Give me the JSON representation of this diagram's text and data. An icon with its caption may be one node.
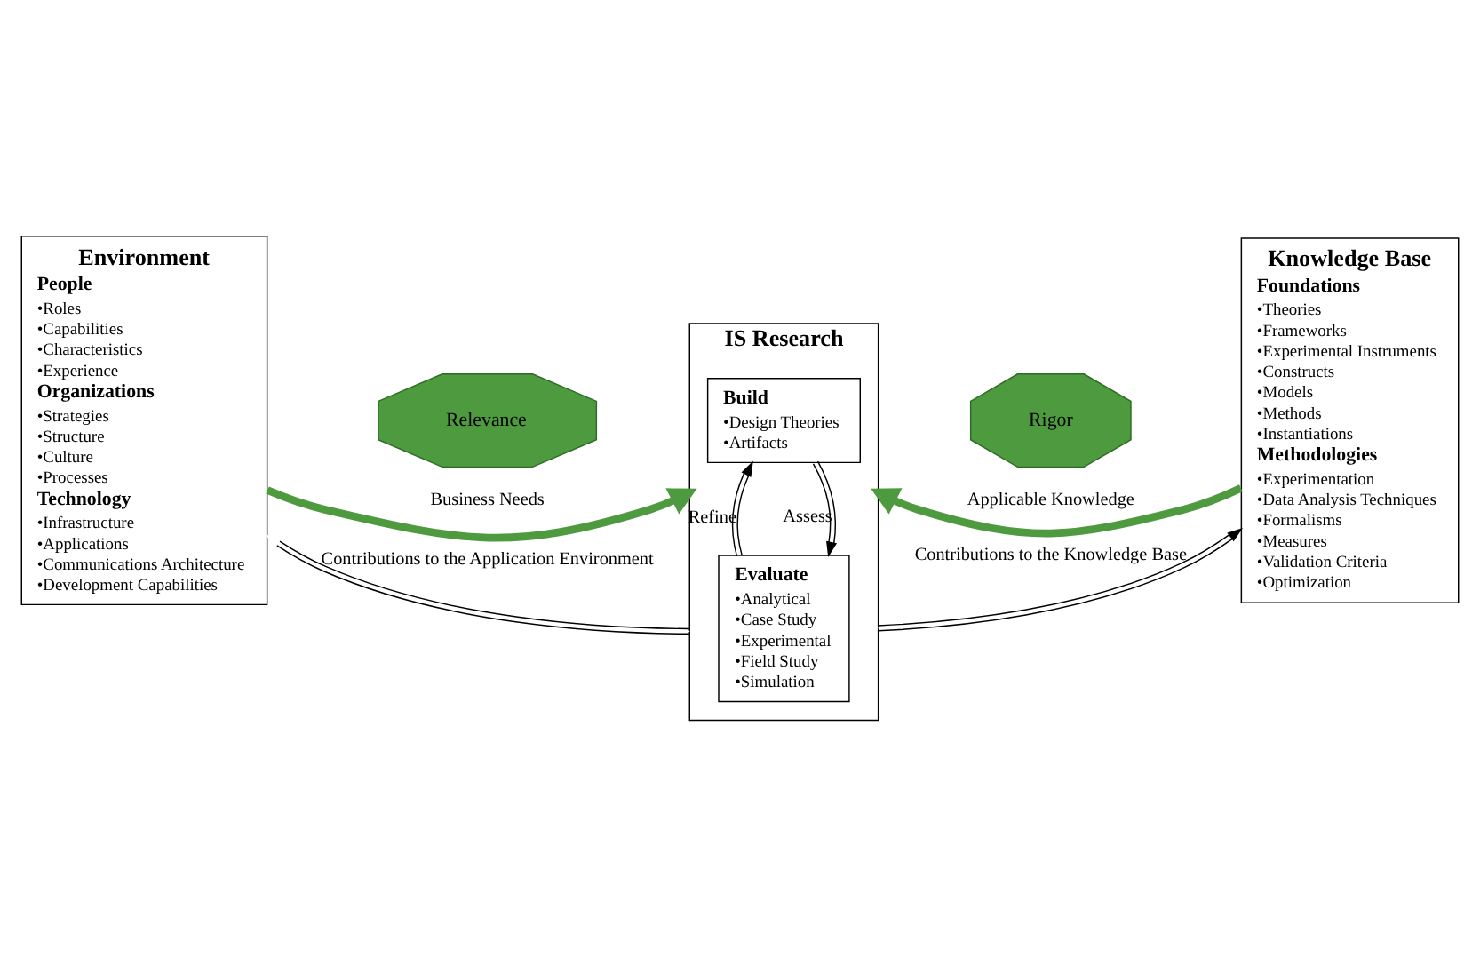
{
  "diagram": {
    "nodes": [
      {
        "text": [
          "Environment",
          "People",
          "•Roles",
          "•Capabilities",
          "•Characteristics",
          "•Experience",
          "Organizations",
          "•Strategies",
          "•Structure",
          "•Culture",
          "•Processes",
          "Technology",
          "•Infrastructure",
          "•Applications",
          "•Communications Architecture",
          "•Development Capabilities"
        ]
      },
      {
        "text": [
          "Relevance"
        ]
      },
      {
        "text": [
          "IS Research"
        ]
      },
      {
        "text": [
          "Build",
          "•Design Theories",
          "•Artifacts"
        ],
        "in": 2
      },
      {
        "text": [
          "Evaluate",
          "•Analytical",
          "•Case Study",
          "•Experimental",
          "•Field Study",
          "•Simulation"
        ],
        "in": 2
      },
      {
        "text": [
          "Rigor"
        ]
      },
      {
        "text": [
          "Knowledge Base",
          "Foundations",
          "•Theories",
          "•Frameworks",
          "•Experimental Instruments",
          "•Constructs",
          "•Models",
          "•Methods",
          "•Instantiations",
          "Methodologies",
          "•Experimentation",
          "•Data Analysis Techniques",
          "•Formalisms",
          "•Measures",
          "•Validation Criteria",
          "•Optimization"
        ]
      }
    ],
    "edges": [
      {
        "from": 0,
        "to": 2,
        "arrow": "to",
        "label": "Business Needs",
        "style": "thick",
        "color": "#4e9a3f"
      },
      {
        "from": 6,
        "to": 2,
        "arrow": "to",
        "label": "Applicable Knowledge",
        "style": "thick",
        "color": "#4e9a3f"
      },
      {
        "from": 3,
        "to": 4,
        "arrow": "to",
        "label": "Assess"
      },
      {
        "from": 4,
        "to": 3,
        "arrow": "to",
        "label": "Refine"
      },
      {
        "from": 2,
        "to": 0,
        "arrow": "to",
        "label": "Contributions to the Application Environment"
      },
      {
        "from": 2,
        "to": 6,
        "arrow": "to",
        "label": "Contributions to the Knowledge Base"
      }
    ]
  }
}
